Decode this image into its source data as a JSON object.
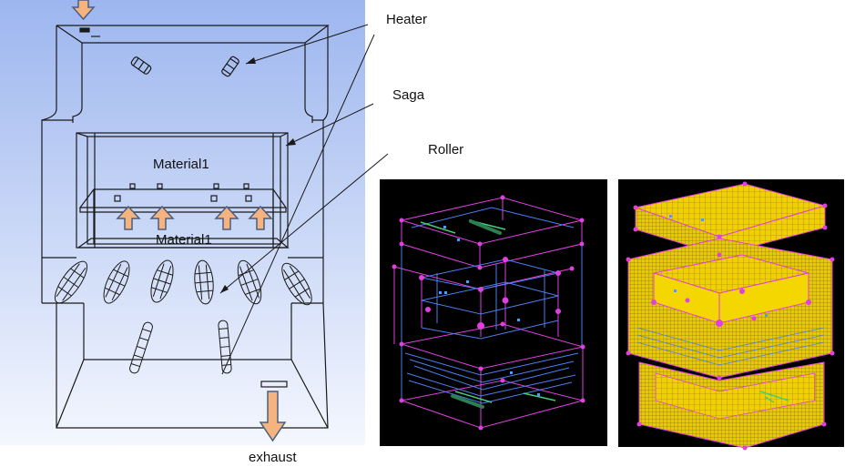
{
  "labels": {
    "heater": "Heater",
    "saga": "Saga",
    "roller": "Roller",
    "material_top": "Material1",
    "material_bottom": "Material1",
    "exhaust": "exhaust"
  },
  "colors": {
    "bg_top": "#9db6ef",
    "bg_bottom": "#f4f7fe",
    "wire": "#1a1a1a",
    "arrow_fill": "#f5b37f",
    "arrow_stroke": "#4a5f80",
    "mesh_magenta": "#e040e0",
    "mesh_blue": "#4a7ff0",
    "mesh_green": "#3fd07a",
    "mesh_yellow": "#f2d000",
    "panel_bg": "#000000"
  }
}
